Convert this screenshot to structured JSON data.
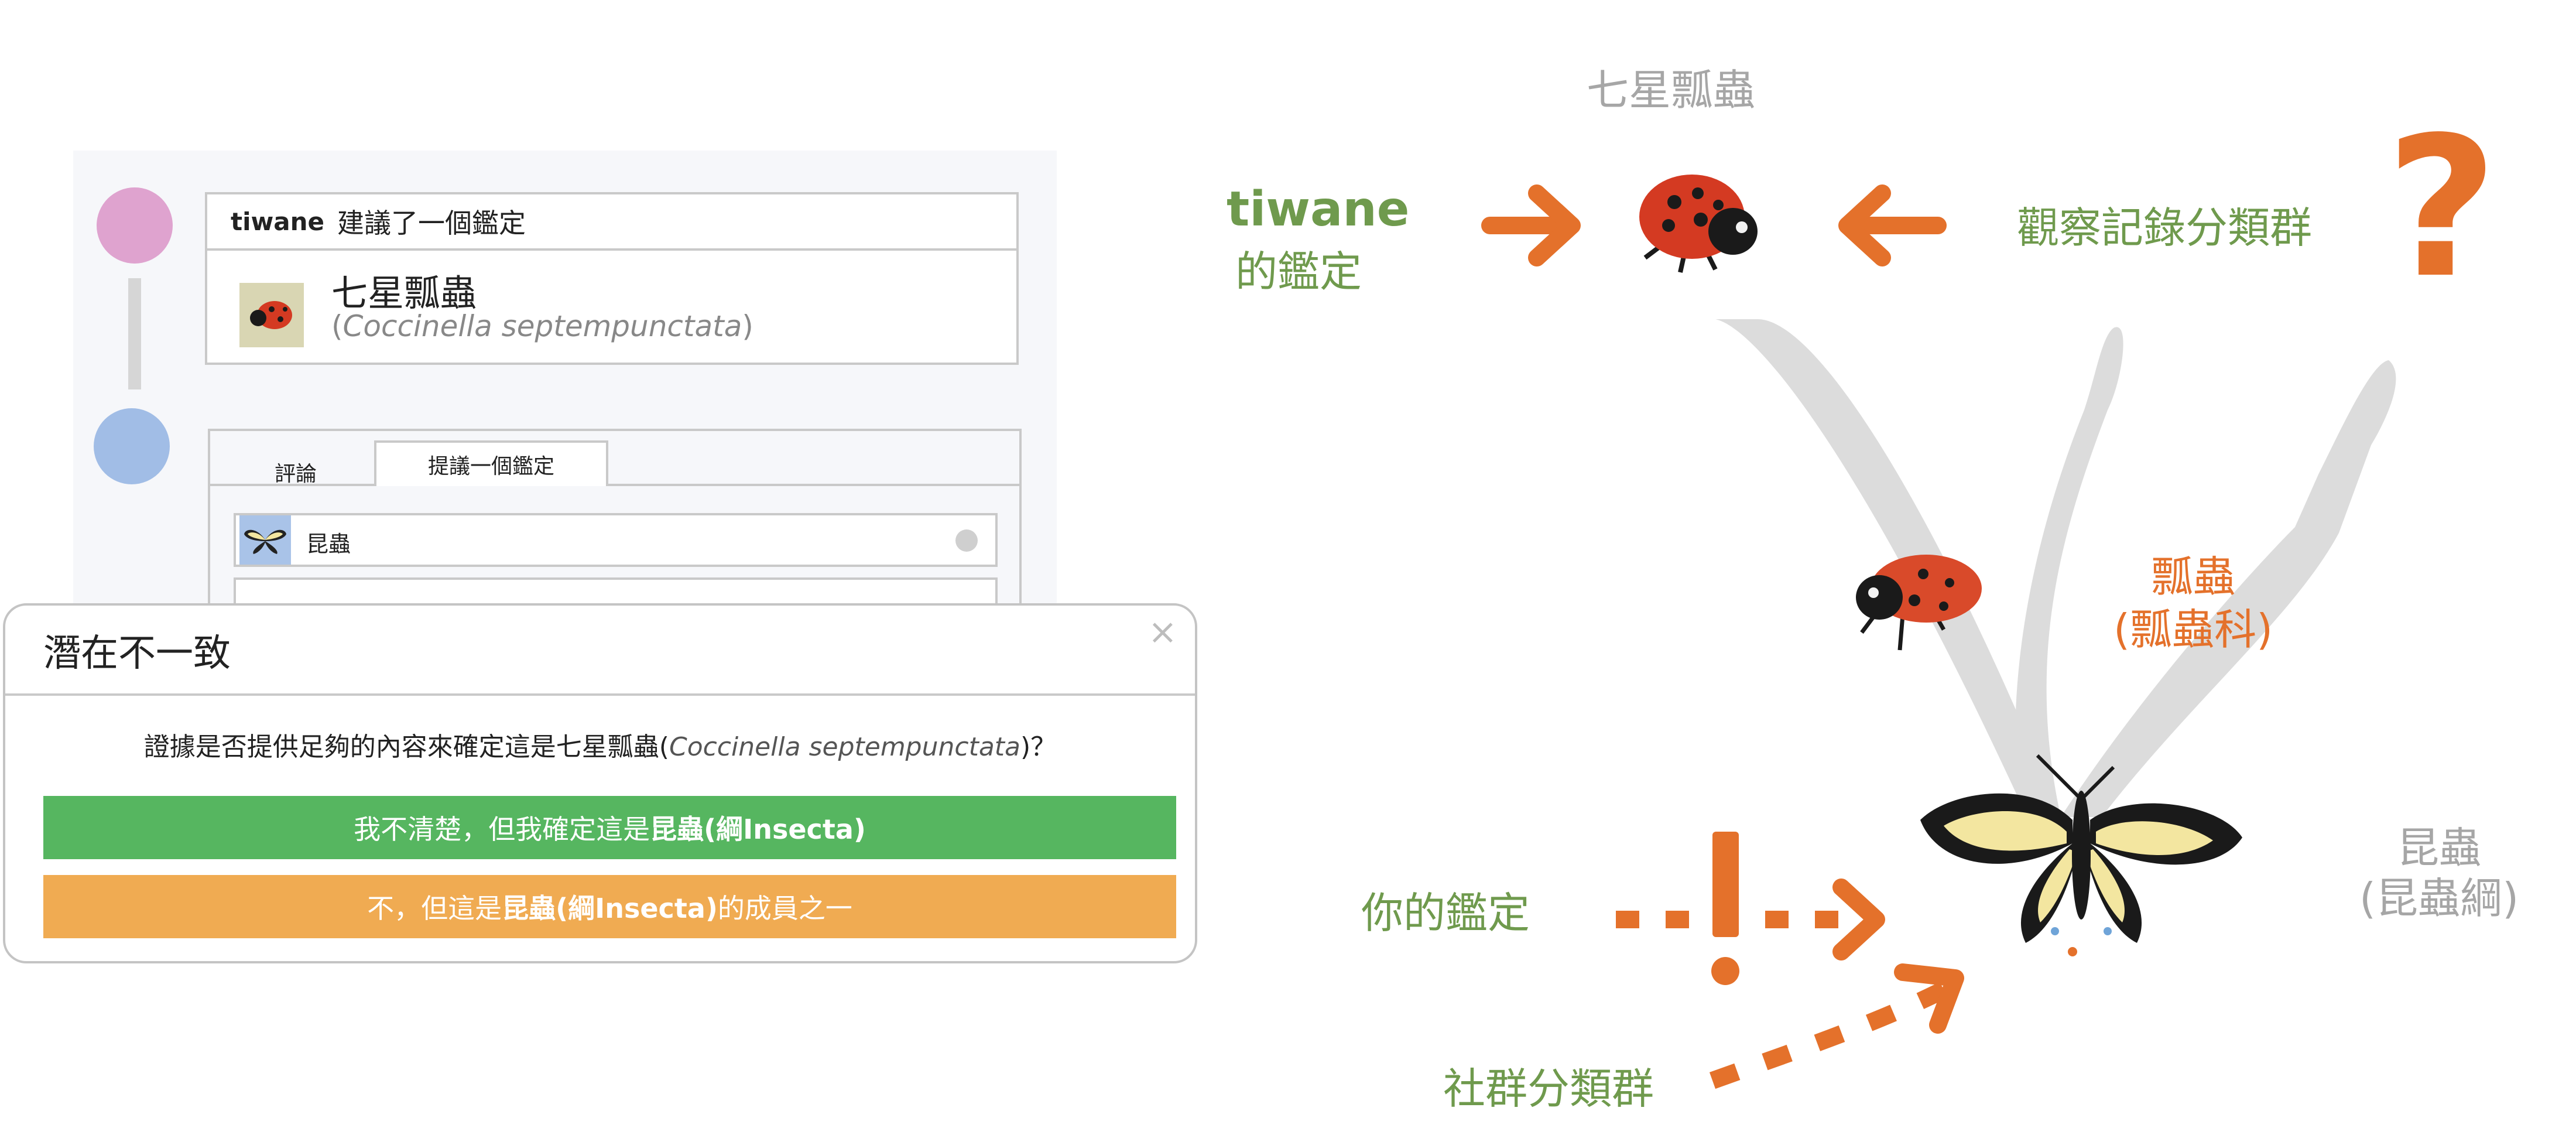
{
  "activity": {
    "user": "tiwane",
    "action": "建議了一個鑑定",
    "identification": {
      "common_name": "七星瓢蟲",
      "scientific_name_open": "(",
      "scientific_name": "Coccinella septempunctata",
      "scientific_name_close": ")"
    }
  },
  "form": {
    "tabs": [
      "評論",
      "提議一個鑑定"
    ],
    "taxon_value": "昆蟲"
  },
  "modal": {
    "title": "潛在不一致",
    "close": "×",
    "question_prefix": "證據是否提供足夠的內容來確定這是七星瓢蟲(",
    "question_sci": "Coccinella septempunctata",
    "question_suffix": ")？",
    "green_button": {
      "prefix": "我不清楚，但我確定這是",
      "bold": "昆蟲(綱Insecta)"
    },
    "orange_button": {
      "prefix": "不，但這是",
      "bold": "昆蟲(綱Insecta)",
      "suffix": "的成員之一"
    }
  },
  "diagram": {
    "top_species": "七星瓢蟲",
    "tiwane_line1": "tiwane",
    "tiwane_line2": "的鑑定",
    "observation_taxon": "觀察記錄分類群",
    "question_mark": "?",
    "family_line1": "瓢蟲",
    "family_line2": "(瓢蟲科)",
    "your_id": "你的鑑定",
    "community_taxon": "社群分類群",
    "class_line1": "昆蟲",
    "class_line2": "(昆蟲綱)"
  },
  "colors": {
    "green_button": "#56b660",
    "orange_button": "#f0ab52",
    "label_green": "#6f9a4d",
    "label_orange": "#e4712b",
    "label_gray": "#a6a6a6",
    "branch_gray": "#dcdcdc"
  }
}
